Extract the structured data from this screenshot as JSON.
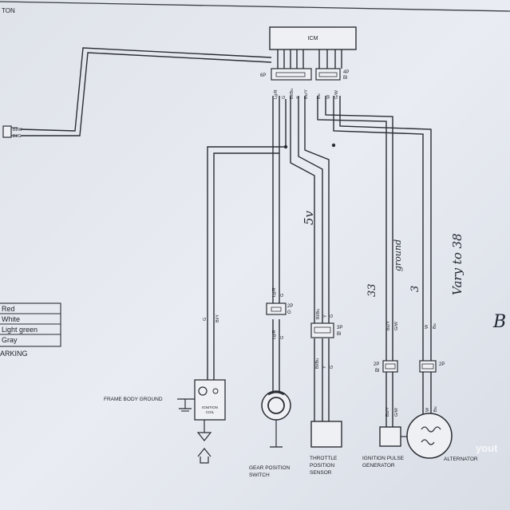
{
  "header_fragment": "TON",
  "icm": {
    "label": "ICM"
  },
  "connectors": {
    "six_pin": {
      "pins": "6P",
      "color": ""
    },
    "four_pin": {
      "pins": "4P",
      "color": "Bl"
    },
    "gear_2p": {
      "pins": "2P",
      "color": "G"
    },
    "tps_3p": {
      "pins": "3P",
      "color": "Bl"
    },
    "ipg_2p": {
      "pins": "2P",
      "color": "Bl"
    },
    "alt_2p": {
      "pins": "2P",
      "color": ""
    }
  },
  "top_wire_codes": [
    "Lg/R",
    "G",
    "Bl/Bu",
    "Y",
    "Bu/Y",
    "Bu",
    "W",
    "G/W"
  ],
  "left_plug_codes": [
    "Bl/W",
    "Bl/G"
  ],
  "ignition_wire_codes": [
    "G",
    "Bl/Y"
  ],
  "gear_wire_codes": [
    "Lg/R",
    "G"
  ],
  "tps_wire_codes": [
    "Bl/Bu",
    "Y",
    "G"
  ],
  "ipg_wire_codes": [
    "Bu/Y",
    "G/W"
  ],
  "alt_wire_codes": [
    "W",
    "Bu"
  ],
  "legend": [
    {
      "code": "",
      "name": "Red"
    },
    {
      "code": "",
      "name": "White"
    },
    {
      "code": "",
      "name": "Light green"
    },
    {
      "code": "",
      "name": "Gray"
    }
  ],
  "legend_footer": "ARKING",
  "components": {
    "frame_ground": "FRAME BODY GROUND",
    "ignition_coil": [
      "IGNITION",
      "COIL"
    ],
    "gear_switch": [
      "GEAR POSITION",
      "SWITCH"
    ],
    "tps": [
      "THROTTLE",
      "POSITION",
      "SENSOR"
    ],
    "ipg": [
      "IGNITION PULSE",
      "GENERATOR"
    ],
    "alternator": "ALTERNATOR"
  },
  "handwritten": {
    "tps_volts": "5v",
    "ipg_value": "33",
    "ipg_ground": "ground",
    "alt_value": "3",
    "alt_note": "Vary to 38",
    "right_edge": "B"
  },
  "watermark": "yout",
  "colors": {
    "paper": "#e4e8ef",
    "ink": "#2b2e34",
    "pencil": "#1f2630"
  }
}
